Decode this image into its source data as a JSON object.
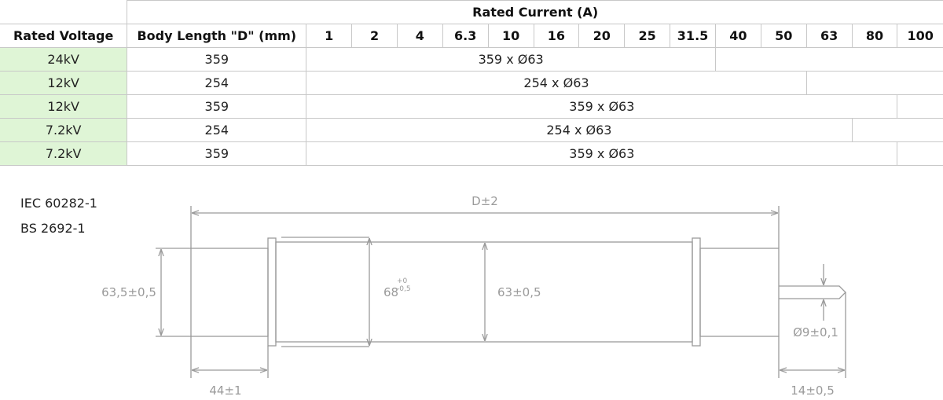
{
  "table": {
    "rated_current_header": "Rated Current (A)",
    "rated_voltage_header": "Rated Voltage",
    "body_length_header": "Body Length \"D\" (mm)",
    "currents": [
      "1",
      "2",
      "4",
      "6.3",
      "10",
      "16",
      "20",
      "25",
      "31.5",
      "40",
      "50",
      "63",
      "80",
      "100"
    ],
    "rows": [
      {
        "voltage": "24kV",
        "length": "359",
        "range": "359 x Ø63",
        "max_current": "31.5"
      },
      {
        "voltage": "12kV",
        "length": "254",
        "range": "254 x Ø63",
        "max_current": "50"
      },
      {
        "voltage": "12kV",
        "length": "359",
        "range": "359 x Ø63",
        "max_current": "80"
      },
      {
        "voltage": "7.2kV",
        "length": "254",
        "range": "254 x Ø63",
        "max_current": "63"
      },
      {
        "voltage": "7.2kV",
        "length": "359",
        "range": "359 x Ø63",
        "max_current": "80"
      }
    ],
    "voltage_cell_color": "#dff5d6"
  },
  "standards": [
    "IEC 60282-1",
    "BS 2692-1"
  ],
  "drawing": {
    "line_color": "#9a9a9a",
    "dim_length": "D±2",
    "dim_end_diameter": "63,5±0,5",
    "dim_ring_diameter": "68",
    "dim_ring_tol_upper": "+0",
    "dim_ring_tol_lower": "-0,5",
    "dim_body_diameter": "63±0,5",
    "dim_pin_diameter": "Ø9±0,1",
    "dim_end_length": "44±1",
    "dim_pin_length": "14±0,5"
  }
}
